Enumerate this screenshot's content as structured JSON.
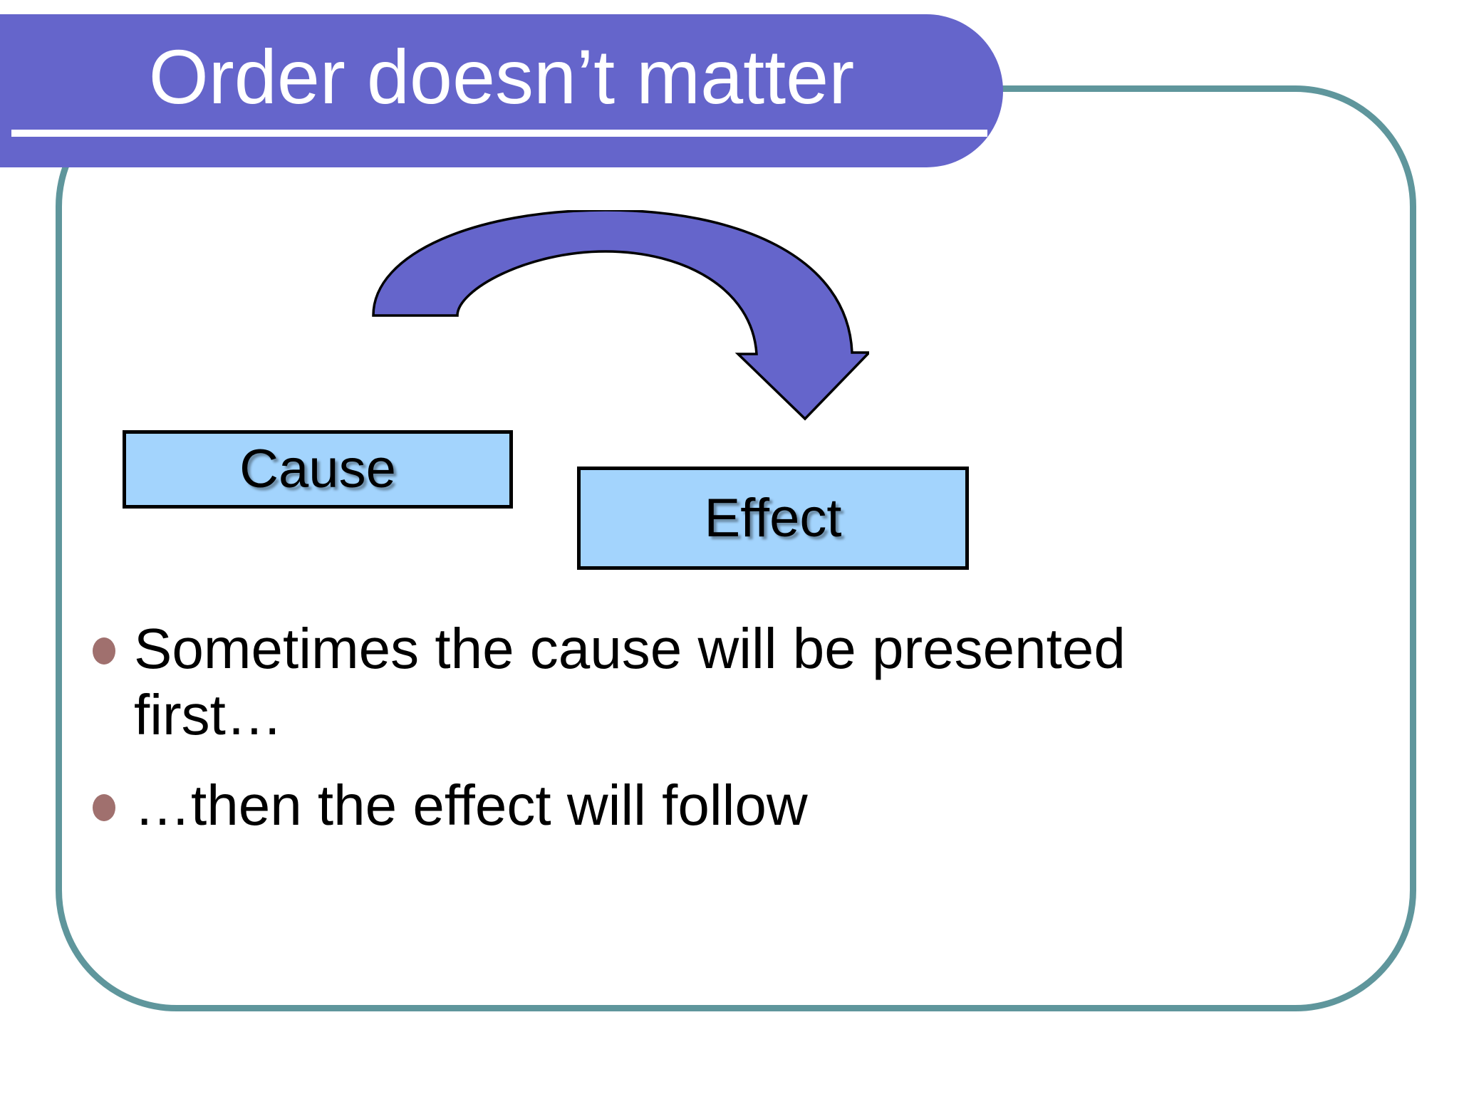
{
  "slide": {
    "title": "Order doesn’t matter",
    "background_color": "#FFFFFF",
    "title_bar_color": "#6565CB",
    "title_text_color": "#FFFFFF",
    "frame_border_color": "#5F969C"
  },
  "diagram": {
    "cause_box": {
      "label": "Cause",
      "fill_color": "#A3D4FD",
      "border_color": "#000000"
    },
    "effect_box": {
      "label": "Effect",
      "fill_color": "#A3D4FD",
      "border_color": "#000000"
    },
    "arrow": {
      "name": "curved-arrow-cause-to-effect",
      "fill_color": "#6565CB",
      "outline_color": "#000000",
      "direction": "left-to-right, curving down into Effect"
    }
  },
  "body": {
    "bullet_color": "#A0706E",
    "bullets": [
      "Sometimes the cause will be presented first…",
      "…then the effect will follow"
    ]
  }
}
